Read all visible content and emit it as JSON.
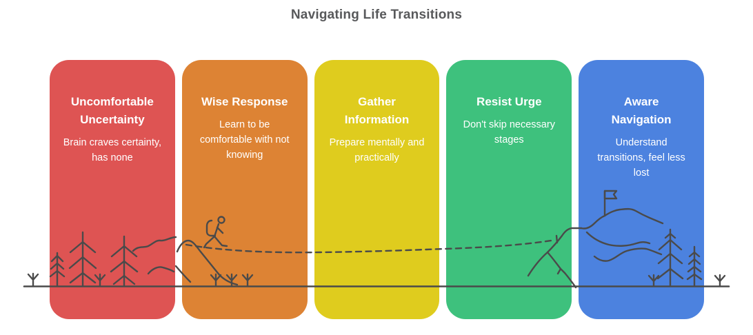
{
  "title": "Navigating Life Transitions",
  "background_color": "#ffffff",
  "title_color": "#58595B",
  "cards": [
    {
      "id": "uncomfortable-uncertainty",
      "color": "#DE5453",
      "title": "Uncomfortable\nUncertainty",
      "description": "Brain craves certainty,\nhas none"
    },
    {
      "id": "wise-response",
      "color": "#DD8334",
      "title": "Wise Response",
      "description": "Learn to be\ncomfortable with not\nknowing"
    },
    {
      "id": "gather-information",
      "color": "#DFCC1E",
      "title": "Gather\nInformation",
      "description": "Prepare mentally and\npractically"
    },
    {
      "id": "resist-urge",
      "color": "#3EC17D",
      "title": "Resist Urge",
      "description": "Don't skip necessary\nstages"
    },
    {
      "id": "aware-navigation",
      "color": "#4C82DF",
      "title": "Aware\nNavigation",
      "description": "Understand\ntransitions, feel less\nlost"
    }
  ],
  "illustration": {
    "stroke_color": "#4A4A4A",
    "elements": [
      "ground-line",
      "sprouts",
      "pine-trees",
      "hills",
      "hiker-with-backpack",
      "dashed-trail",
      "mountain-ridges",
      "summit-flag"
    ]
  }
}
